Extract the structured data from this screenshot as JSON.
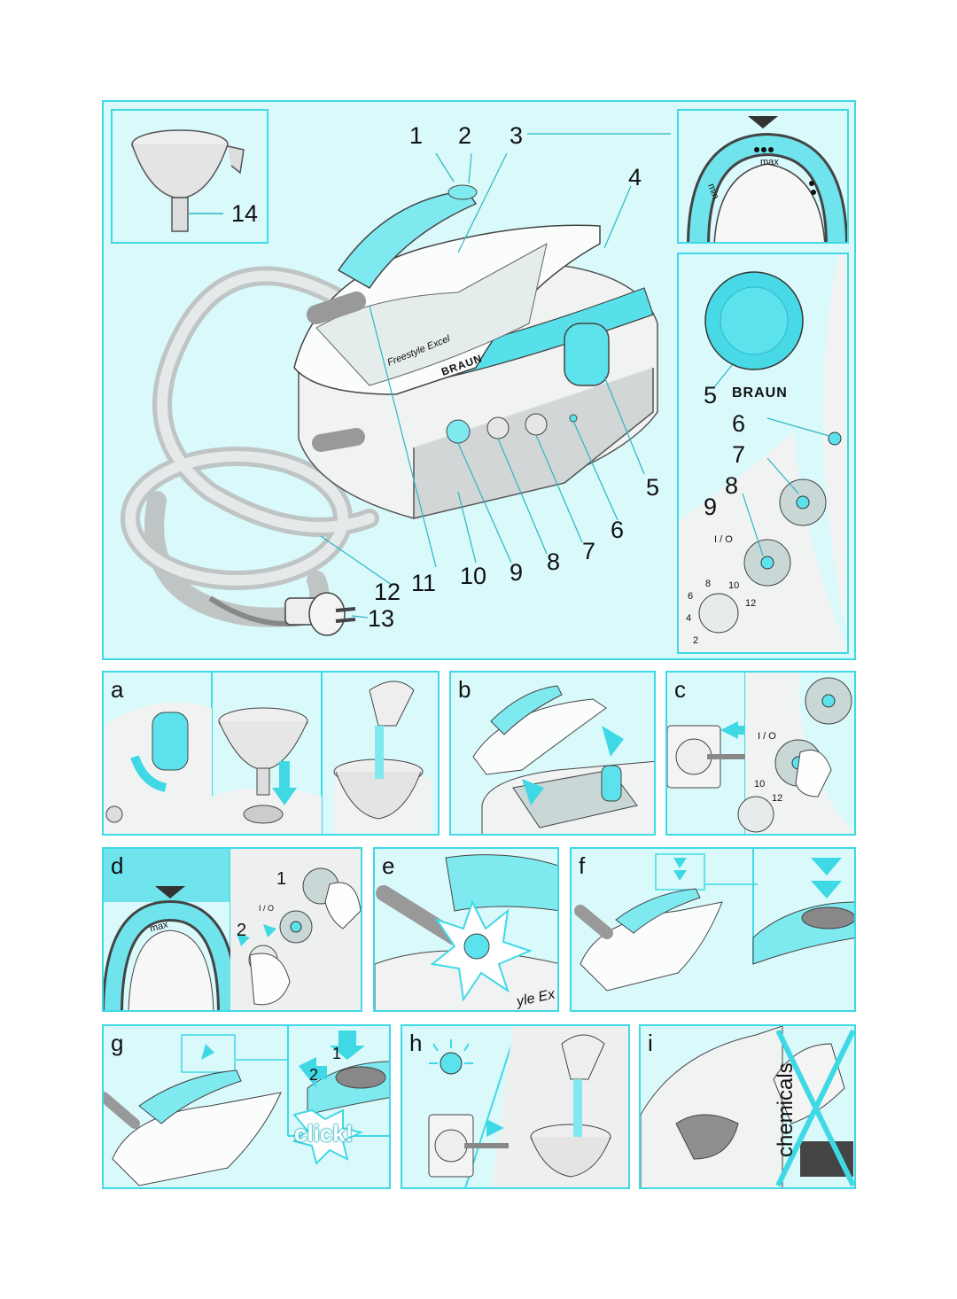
{
  "overview": {
    "numbers": {
      "n1": "1",
      "n2": "2",
      "n3": "3",
      "n4": "4",
      "n5a": "5",
      "n6a": "6",
      "n7a": "7",
      "n8a": "8",
      "n9a": "9",
      "n10": "10",
      "n11": "11",
      "n12": "12",
      "n13": "13",
      "n14": "14"
    },
    "brand": "BRAUN",
    "product_name": "Freestyle Excel"
  },
  "dial_panel": {
    "max_label": "max",
    "min_label": "min"
  },
  "control_panel": {
    "numbers": {
      "n5": "5",
      "n6": "6",
      "n7": "7",
      "n8": "8",
      "n9": "9"
    },
    "brand": "BRAUN",
    "power_label": "I / O",
    "scale": [
      "2",
      "4",
      "6",
      "8",
      "10",
      "12"
    ]
  },
  "steps": {
    "a": {
      "letter": "a"
    },
    "b": {
      "letter": "b"
    },
    "c": {
      "letter": "c",
      "power_label": "I / O",
      "scale": [
        "10",
        "12"
      ]
    },
    "d": {
      "letter": "d",
      "max_label": "max",
      "step1": "1",
      "step2": "2",
      "power_label": "I / O"
    },
    "e": {
      "letter": "e",
      "product_fragment": "yle Ex"
    },
    "f": {
      "letter": "f"
    },
    "g": {
      "letter": "g",
      "step1": "1",
      "step2": "2",
      "click_text": "click!"
    },
    "h": {
      "letter": "h"
    },
    "i": {
      "letter": "i",
      "chemicals": "chemicals"
    }
  },
  "colors": {
    "accent": "#3fd9e6",
    "panel_bg": "#d9f9fb",
    "device_white": "#f4f6f6",
    "device_grey": "#c9cccc"
  }
}
